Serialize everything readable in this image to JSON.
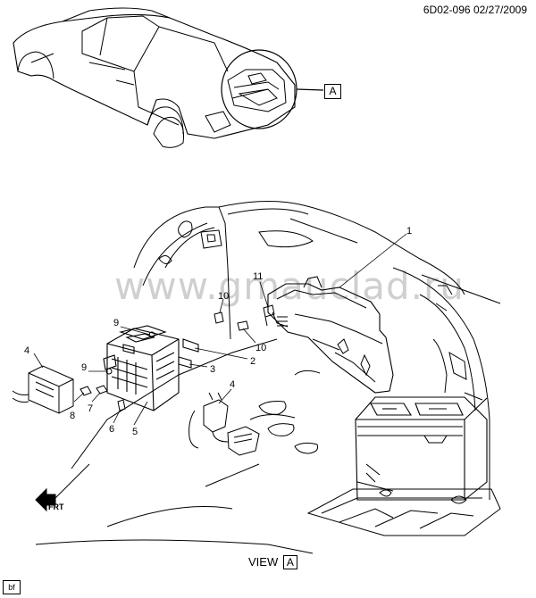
{
  "header": {
    "code": "6D02-096",
    "date": "02/27/2009"
  },
  "view_label": "VIEW",
  "view_letter": "A",
  "detail_letter": "A",
  "watermark": "www.gmauclad.ru",
  "frt_label": "FRT",
  "stamp": "bf",
  "callouts": [
    {
      "id": "c1",
      "text": "1"
    },
    {
      "id": "c2",
      "text": "2"
    },
    {
      "id": "c3",
      "text": "3"
    },
    {
      "id": "c4a",
      "text": "4"
    },
    {
      "id": "c4b",
      "text": "4"
    },
    {
      "id": "c5",
      "text": "5"
    },
    {
      "id": "c6",
      "text": "6"
    },
    {
      "id": "c7",
      "text": "7"
    },
    {
      "id": "c8",
      "text": "8"
    },
    {
      "id": "c9a",
      "text": "9"
    },
    {
      "id": "c9b",
      "text": "9"
    },
    {
      "id": "c10a",
      "text": "10"
    },
    {
      "id": "c10b",
      "text": "10"
    },
    {
      "id": "c11",
      "text": "11"
    }
  ]
}
